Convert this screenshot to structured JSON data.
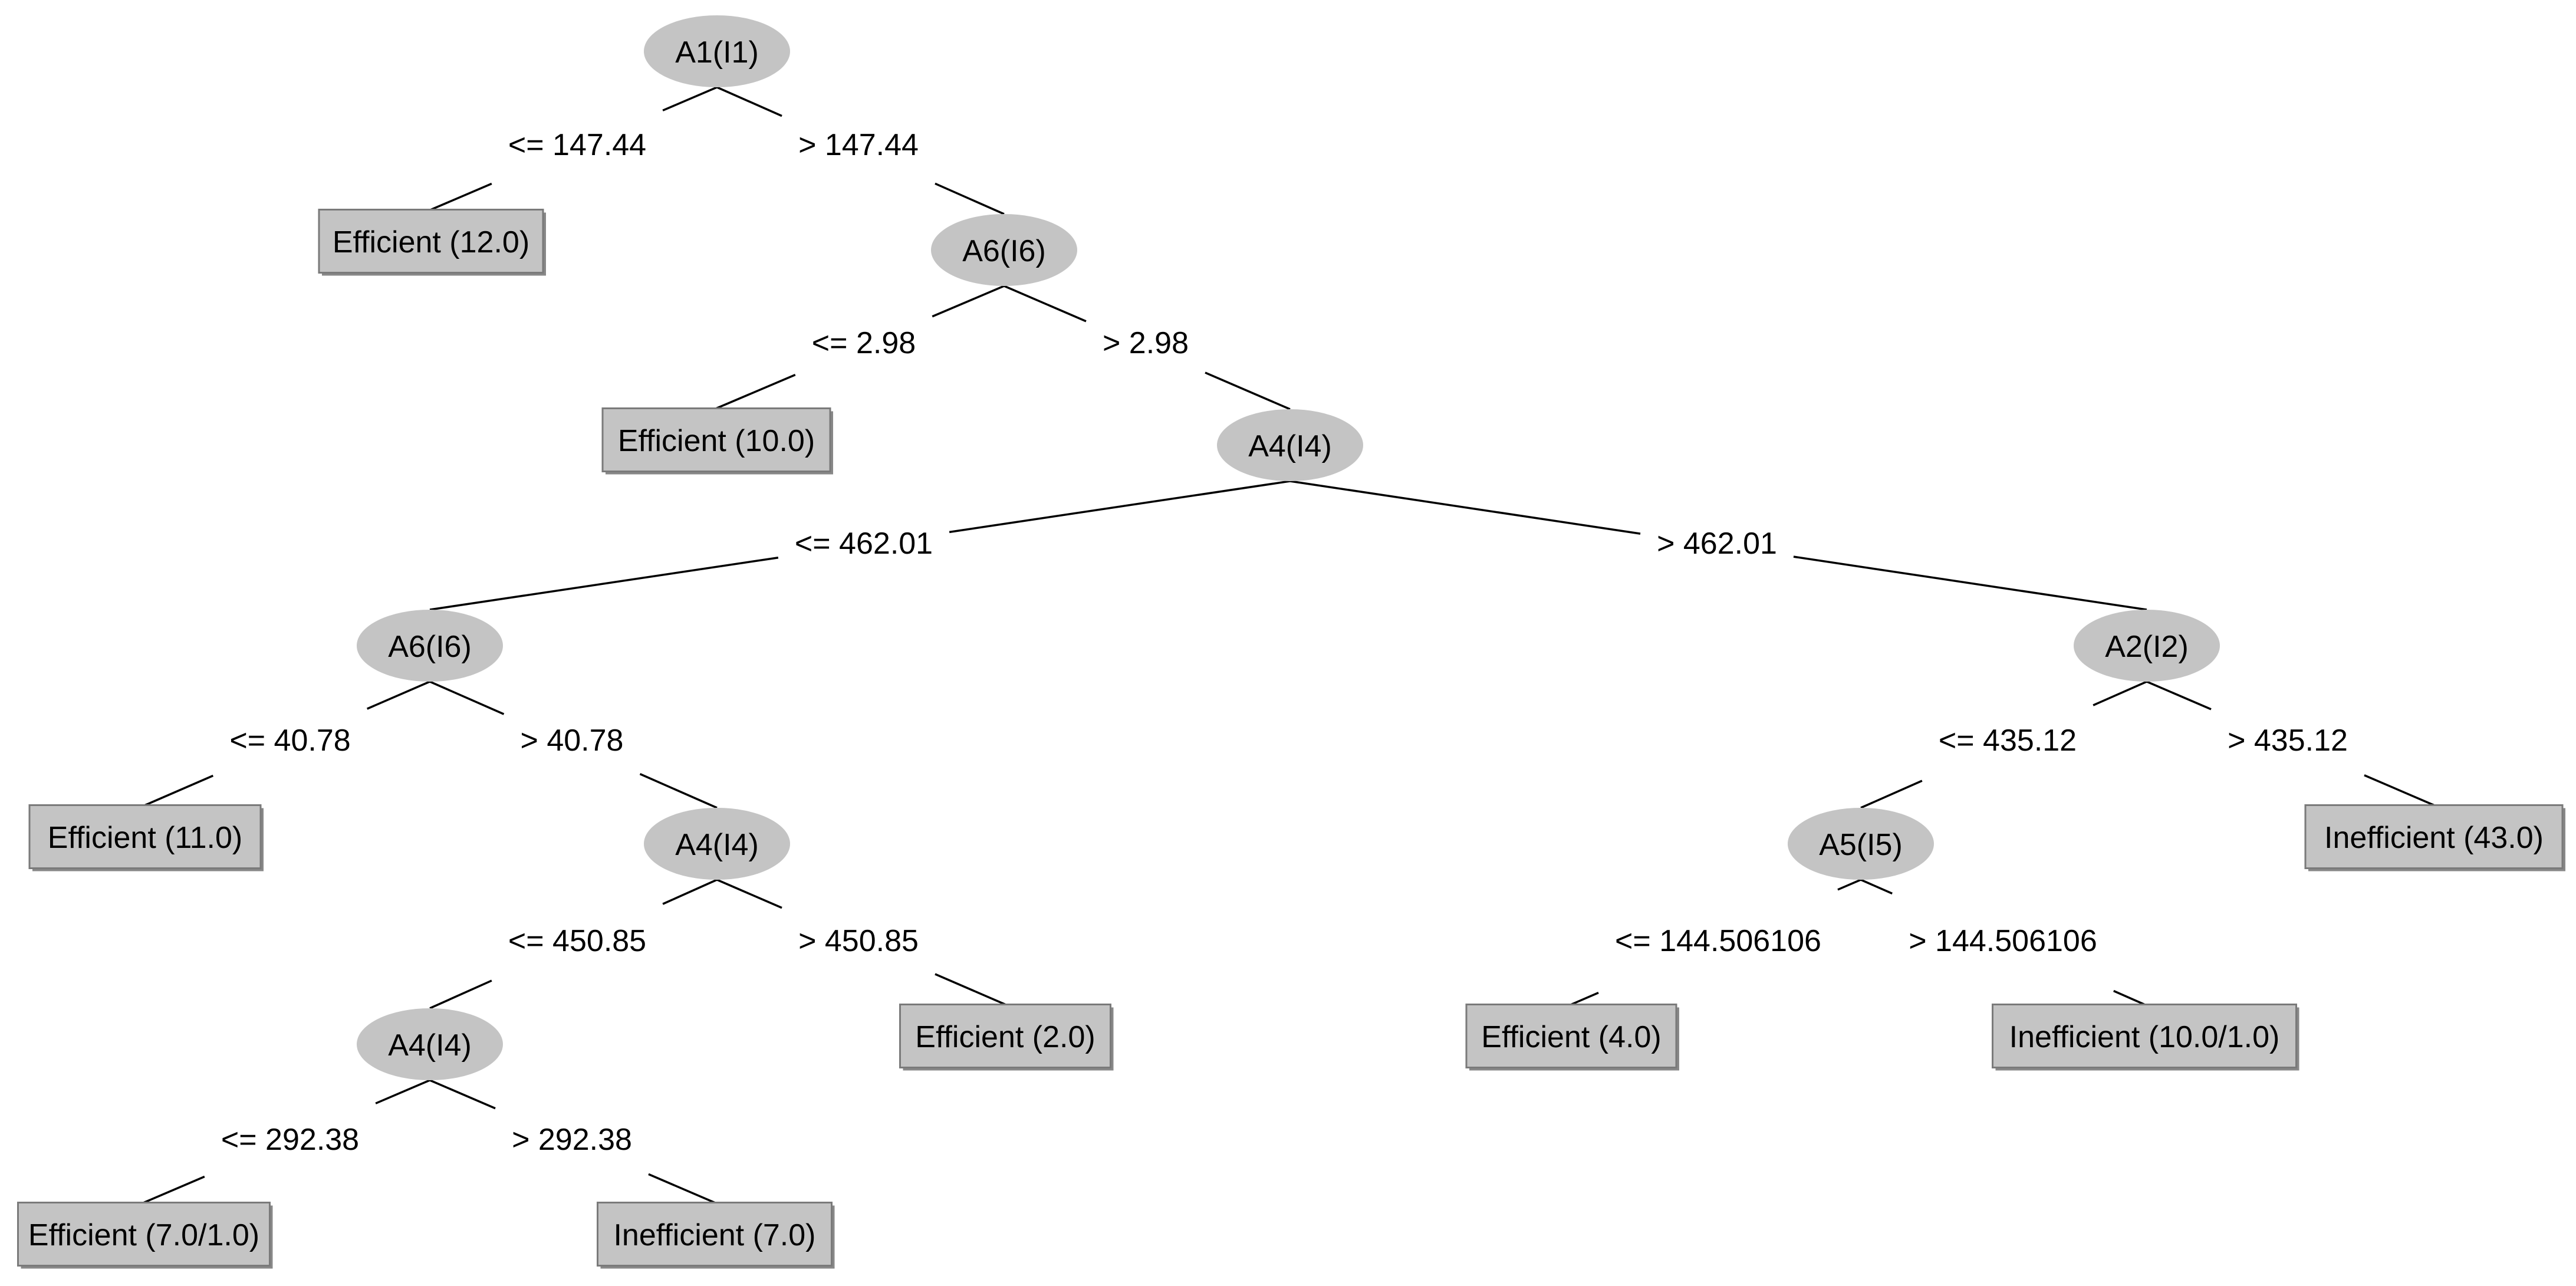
{
  "tree": {
    "nodes": [
      {
        "id": "n1",
        "type": "split",
        "label": "A1(I1)"
      },
      {
        "id": "l1",
        "type": "leaf",
        "label": "Efficient (12.0)"
      },
      {
        "id": "n2",
        "type": "split",
        "label": "A6(I6)"
      },
      {
        "id": "l2",
        "type": "leaf",
        "label": "Efficient (10.0)"
      },
      {
        "id": "n3",
        "type": "split",
        "label": "A4(I4)"
      },
      {
        "id": "n4",
        "type": "split",
        "label": "A6(I6)"
      },
      {
        "id": "l3",
        "type": "leaf",
        "label": "Efficient (11.0)"
      },
      {
        "id": "n5",
        "type": "split",
        "label": "A4(I4)"
      },
      {
        "id": "n6",
        "type": "split",
        "label": "A4(I4)"
      },
      {
        "id": "l4",
        "type": "leaf",
        "label": "Efficient (2.0)"
      },
      {
        "id": "l5",
        "type": "leaf",
        "label": "Efficient (7.0/1.0)"
      },
      {
        "id": "l6",
        "type": "leaf",
        "label": "Inefficient (7.0)"
      },
      {
        "id": "n7",
        "type": "split",
        "label": "A2(I2)"
      },
      {
        "id": "n8",
        "type": "split",
        "label": "A5(I5)"
      },
      {
        "id": "l7",
        "type": "leaf",
        "label": "Inefficient (43.0)"
      },
      {
        "id": "l8",
        "type": "leaf",
        "label": "Efficient (4.0)"
      },
      {
        "id": "l9",
        "type": "leaf",
        "label": "Inefficient (10.0/1.0)"
      }
    ],
    "edges": [
      {
        "from": "n1",
        "to": "l1",
        "label": "<= 147.44"
      },
      {
        "from": "n1",
        "to": "n2",
        "label": "> 147.44"
      },
      {
        "from": "n2",
        "to": "l2",
        "label": "<= 2.98"
      },
      {
        "from": "n2",
        "to": "n3",
        "label": "> 2.98"
      },
      {
        "from": "n3",
        "to": "n4",
        "label": "<= 462.01"
      },
      {
        "from": "n3",
        "to": "n7",
        "label": "> 462.01"
      },
      {
        "from": "n4",
        "to": "l3",
        "label": "<= 40.78"
      },
      {
        "from": "n4",
        "to": "n5",
        "label": "> 40.78"
      },
      {
        "from": "n5",
        "to": "n6",
        "label": "<= 450.85"
      },
      {
        "from": "n5",
        "to": "l4",
        "label": "> 450.85"
      },
      {
        "from": "n6",
        "to": "l5",
        "label": "<= 292.38"
      },
      {
        "from": "n6",
        "to": "l6",
        "label": "> 292.38"
      },
      {
        "from": "n7",
        "to": "n8",
        "label": "<= 435.12"
      },
      {
        "from": "n7",
        "to": "l7",
        "label": "> 435.12"
      },
      {
        "from": "n8",
        "to": "l8",
        "label": "<= 144.506106"
      },
      {
        "from": "n8",
        "to": "l9",
        "label": "> 144.506106"
      }
    ]
  },
  "colors": {
    "node_fill": "#c4c4c4",
    "leaf_fill": "#c4c4c4",
    "line": "#000000",
    "background": "#ffffff"
  }
}
